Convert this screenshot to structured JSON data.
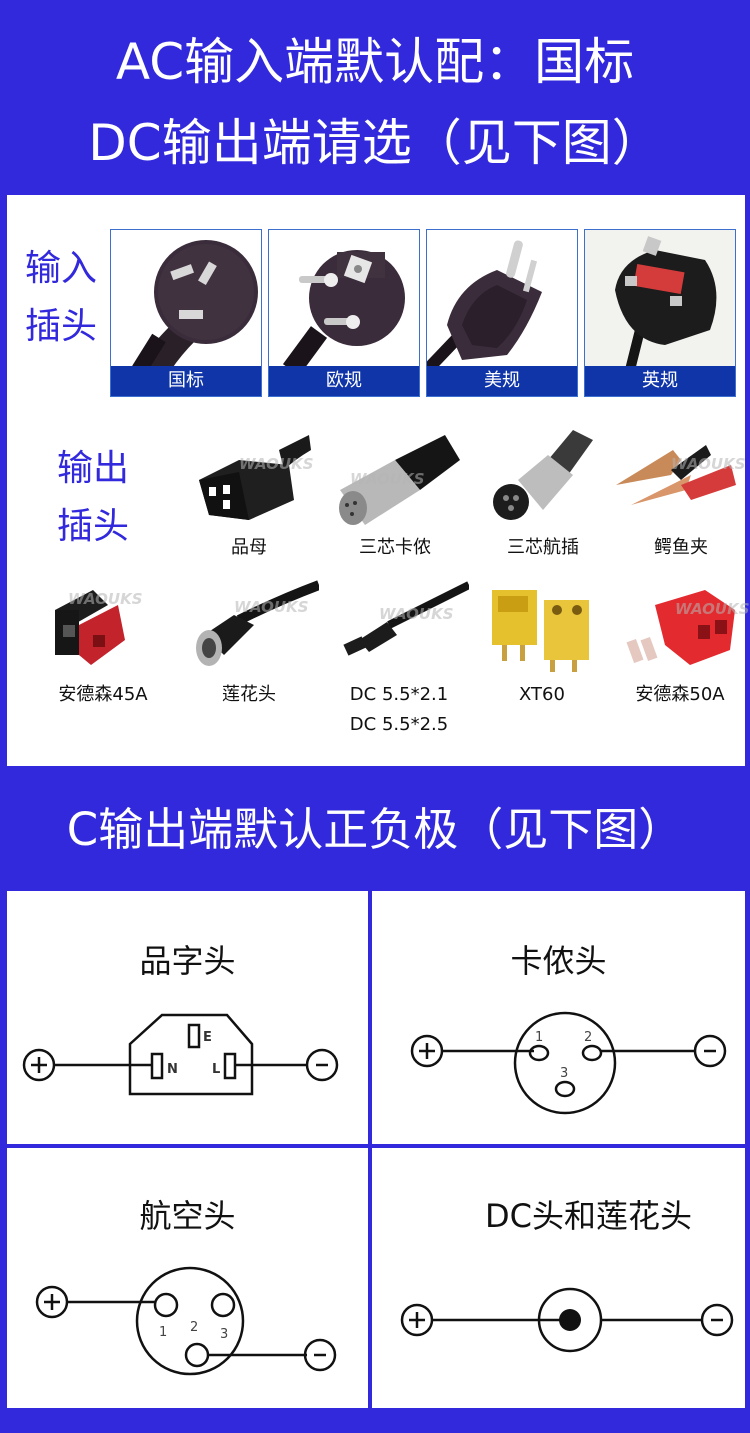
{
  "header": {
    "line1": "AC输入端默认配：国标",
    "line2": "DC输出端请选（见下图）"
  },
  "input_section": {
    "label_line1": "输入",
    "label_line2": "插头",
    "plugs": [
      {
        "label": "国标",
        "icon": "cn-plug-icon"
      },
      {
        "label": "欧规",
        "icon": "eu-plug-icon"
      },
      {
        "label": "美规",
        "icon": "us-plug-icon"
      },
      {
        "label": "英规",
        "icon": "uk-plug-icon"
      }
    ]
  },
  "output_section": {
    "label_line1": "输出",
    "label_line2": "插头",
    "watermark": "WAOUKS",
    "plugs": [
      {
        "label": "品母",
        "icon": "iec-c13-plug-icon"
      },
      {
        "label": "三芯卡侬",
        "icon": "xlr-3pin-plug-icon"
      },
      {
        "label": "三芯航插",
        "icon": "aviation-3pin-plug-icon"
      },
      {
        "label": "鳄鱼夹",
        "icon": "alligator-clip-icon"
      },
      {
        "label": "安德森45A",
        "icon": "anderson-45a-plug-icon"
      },
      {
        "label": "莲花头",
        "icon": "rca-plug-icon"
      },
      {
        "label": "DC 5.5*2.1",
        "label2": "DC 5.5*2.5",
        "icon": "dc-barrel-plug-icon"
      },
      {
        "label": "XT60",
        "icon": "xt60-plug-icon"
      },
      {
        "label": "安德森50A",
        "icon": "anderson-50a-plug-icon"
      }
    ]
  },
  "polarity_header": "C输出端默认正负极（见下图）",
  "polarity_diagrams": [
    {
      "title": "品字头",
      "pins": [
        "E",
        "N",
        "L"
      ],
      "plus": "+",
      "minus": "-"
    },
    {
      "title": "卡侬头",
      "pins": [
        "1",
        "2",
        "3"
      ],
      "plus": "+",
      "minus": "-"
    },
    {
      "title": "航空头",
      "pins": [
        "1",
        "2",
        "3"
      ],
      "plus": "+",
      "minus": "-"
    },
    {
      "title": "DC头和莲花头",
      "plus": "+",
      "minus": "-"
    }
  ],
  "colors": {
    "brand_blue": "#3229dd",
    "caption_bar": "#0f35a8",
    "card_border": "#3d6fcf",
    "label_blue": "#3229dd"
  }
}
